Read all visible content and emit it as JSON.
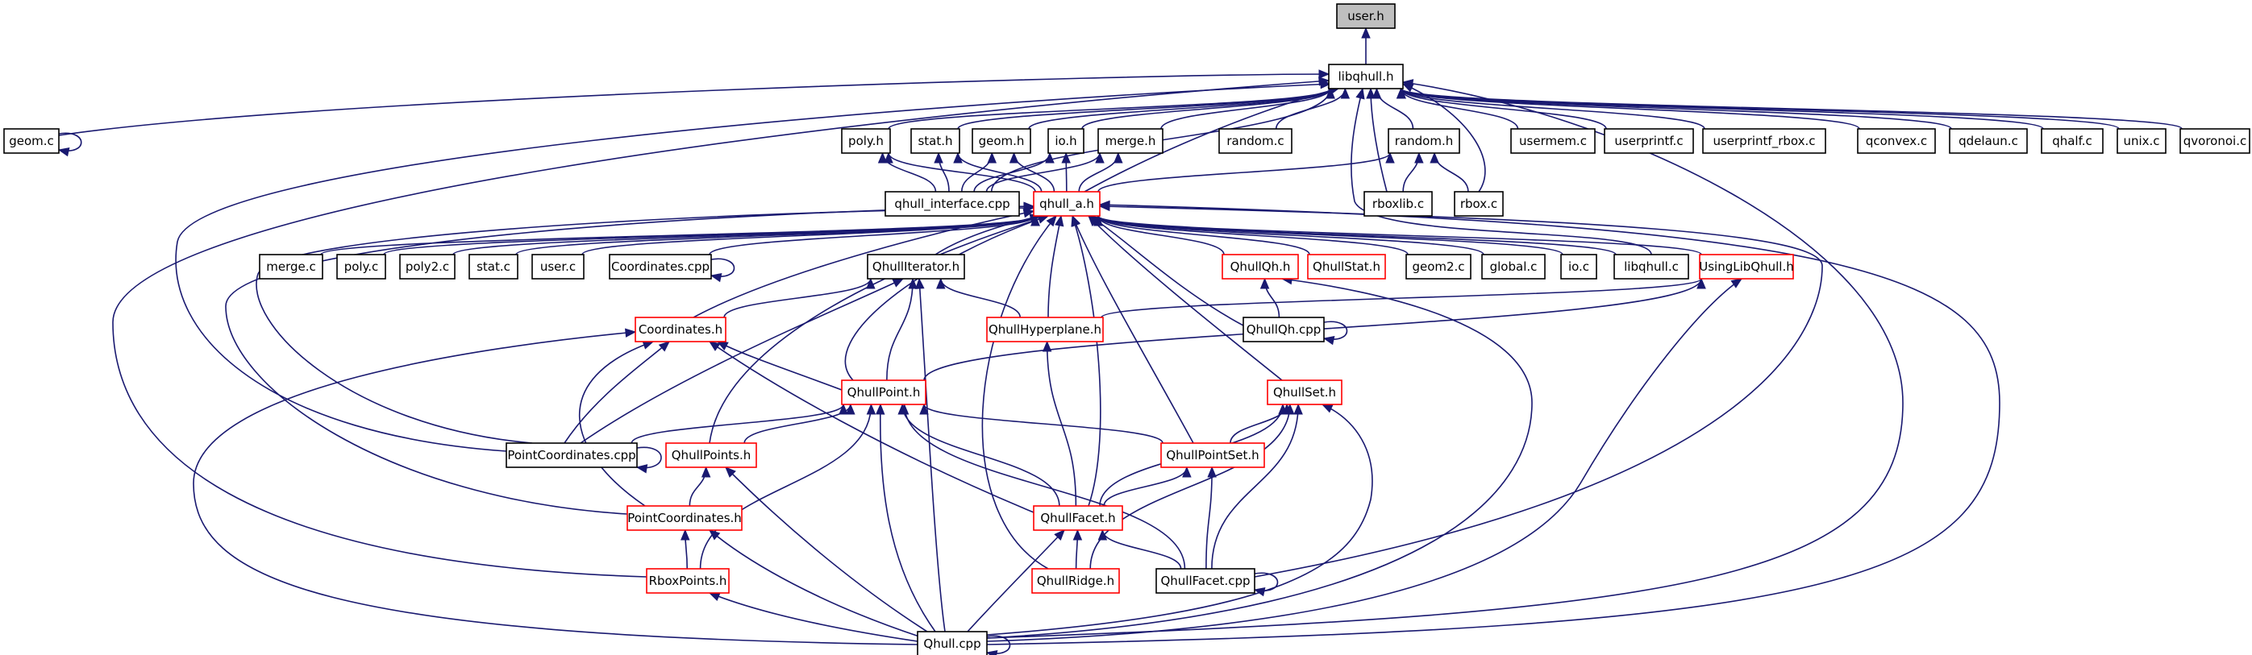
{
  "diagram": {
    "type": "include-dependency-graph",
    "root": "user.h",
    "colors": {
      "edge": "#191970",
      "root_fill": "#bfbfbf",
      "node_fill": "#ffffff",
      "node_border": "#000000",
      "linked_border": "#ff0000"
    },
    "nodes": [
      {
        "id": "user_h",
        "label": "user.h",
        "style": "root"
      },
      {
        "id": "libqhull_h",
        "label": "libqhull.h",
        "style": "normal"
      },
      {
        "id": "geom_c",
        "label": "geom.c",
        "style": "normal"
      },
      {
        "id": "poly_h",
        "label": "poly.h",
        "style": "normal"
      },
      {
        "id": "stat_h",
        "label": "stat.h",
        "style": "normal"
      },
      {
        "id": "geom_h",
        "label": "geom.h",
        "style": "normal"
      },
      {
        "id": "io_h",
        "label": "io.h",
        "style": "normal"
      },
      {
        "id": "merge_h",
        "label": "merge.h",
        "style": "normal"
      },
      {
        "id": "random_c",
        "label": "random.c",
        "style": "normal"
      },
      {
        "id": "random_h",
        "label": "random.h",
        "style": "normal"
      },
      {
        "id": "usermem_c",
        "label": "usermem.c",
        "style": "normal"
      },
      {
        "id": "userprintf_c",
        "label": "userprintf.c",
        "style": "normal"
      },
      {
        "id": "userprintf_rbox_c",
        "label": "userprintf_rbox.c",
        "style": "normal"
      },
      {
        "id": "qconvex_c",
        "label": "qconvex.c",
        "style": "normal"
      },
      {
        "id": "qdelaun_c",
        "label": "qdelaun.c",
        "style": "normal"
      },
      {
        "id": "qhalf_c",
        "label": "qhalf.c",
        "style": "normal"
      },
      {
        "id": "unix_c",
        "label": "unix.c",
        "style": "normal"
      },
      {
        "id": "qvoronoi_c",
        "label": "qvoronoi.c",
        "style": "normal"
      },
      {
        "id": "qhull_interface_cpp",
        "label": "qhull_interface.cpp",
        "style": "normal"
      },
      {
        "id": "qhull_a_h",
        "label": "qhull_a.h",
        "style": "linked"
      },
      {
        "id": "rboxlib_c",
        "label": "rboxlib.c",
        "style": "normal"
      },
      {
        "id": "rbox_c",
        "label": "rbox.c",
        "style": "normal"
      },
      {
        "id": "merge_c",
        "label": "merge.c",
        "style": "normal"
      },
      {
        "id": "poly_c",
        "label": "poly.c",
        "style": "normal"
      },
      {
        "id": "poly2_c",
        "label": "poly2.c",
        "style": "normal"
      },
      {
        "id": "stat_c",
        "label": "stat.c",
        "style": "normal"
      },
      {
        "id": "user_c",
        "label": "user.c",
        "style": "normal"
      },
      {
        "id": "coordinates_cpp",
        "label": "Coordinates.cpp",
        "style": "normal"
      },
      {
        "id": "qhulliterator_h",
        "label": "QhullIterator.h",
        "style": "normal"
      },
      {
        "id": "qhullqh_h",
        "label": "QhullQh.h",
        "style": "linked"
      },
      {
        "id": "qhullstat_h",
        "label": "QhullStat.h",
        "style": "linked"
      },
      {
        "id": "geom2_c",
        "label": "geom2.c",
        "style": "normal"
      },
      {
        "id": "global_c",
        "label": "global.c",
        "style": "normal"
      },
      {
        "id": "io_c",
        "label": "io.c",
        "style": "normal"
      },
      {
        "id": "libqhull_c",
        "label": "libqhull.c",
        "style": "normal"
      },
      {
        "id": "usinglibqhull_h",
        "label": "UsingLibQhull.h",
        "style": "linked"
      },
      {
        "id": "coordinates_h",
        "label": "Coordinates.h",
        "style": "linked"
      },
      {
        "id": "qhullhyperplane_h",
        "label": "QhullHyperplane.h",
        "style": "linked"
      },
      {
        "id": "qhullqh_cpp",
        "label": "QhullQh.cpp",
        "style": "normal"
      },
      {
        "id": "qhullpoint_h",
        "label": "QhullPoint.h",
        "style": "linked"
      },
      {
        "id": "qhullset_h",
        "label": "QhullSet.h",
        "style": "linked"
      },
      {
        "id": "pointcoordinates_cpp",
        "label": "PointCoordinates.cpp",
        "style": "normal"
      },
      {
        "id": "qhullpoints_h",
        "label": "QhullPoints.h",
        "style": "linked"
      },
      {
        "id": "qhullpointset_h",
        "label": "QhullPointSet.h",
        "style": "linked"
      },
      {
        "id": "pointcoordinates_h",
        "label": "PointCoordinates.h",
        "style": "linked"
      },
      {
        "id": "qhullfacet_h",
        "label": "QhullFacet.h",
        "style": "linked"
      },
      {
        "id": "rboxpoints_h",
        "label": "RboxPoints.h",
        "style": "linked"
      },
      {
        "id": "qhullridge_h",
        "label": "QhullRidge.h",
        "style": "linked"
      },
      {
        "id": "qhullfacet_cpp",
        "label": "QhullFacet.cpp",
        "style": "normal"
      },
      {
        "id": "qhull_cpp",
        "label": "Qhull.cpp",
        "style": "normal"
      }
    ],
    "edges": [
      [
        "libqhull_h",
        "user_h"
      ],
      [
        "geom_c",
        "libqhull_h"
      ],
      [
        "geom_c",
        "geom_c"
      ],
      [
        "poly_h",
        "libqhull_h"
      ],
      [
        "stat_h",
        "libqhull_h"
      ],
      [
        "geom_h",
        "libqhull_h"
      ],
      [
        "io_h",
        "libqhull_h"
      ],
      [
        "merge_h",
        "libqhull_h"
      ],
      [
        "random_c",
        "libqhull_h"
      ],
      [
        "random_h",
        "libqhull_h"
      ],
      [
        "usermem_c",
        "libqhull_h"
      ],
      [
        "userprintf_c",
        "libqhull_h"
      ],
      [
        "userprintf_rbox_c",
        "libqhull_h"
      ],
      [
        "qconvex_c",
        "libqhull_h"
      ],
      [
        "qdelaun_c",
        "libqhull_h"
      ],
      [
        "qhalf_c",
        "libqhull_h"
      ],
      [
        "unix_c",
        "libqhull_h"
      ],
      [
        "qvoronoi_c",
        "libqhull_h"
      ],
      [
        "rboxlib_c",
        "libqhull_h"
      ],
      [
        "rbox_c",
        "libqhull_h"
      ],
      [
        "qhull_a_h",
        "libqhull_h"
      ],
      [
        "libqhull_c",
        "libqhull_h"
      ],
      [
        "pointcoordinates_cpp",
        "libqhull_h"
      ],
      [
        "rboxpoints_h",
        "libqhull_h"
      ],
      [
        "qhull_cpp",
        "libqhull_h"
      ],
      [
        "qhull_interface_cpp",
        "poly_h"
      ],
      [
        "qhull_interface_cpp",
        "stat_h"
      ],
      [
        "qhull_interface_cpp",
        "geom_h"
      ],
      [
        "qhull_interface_cpp",
        "io_h"
      ],
      [
        "qhull_interface_cpp",
        "merge_h"
      ],
      [
        "qhull_interface_cpp",
        "libqhull_h"
      ],
      [
        "qhull_a_h",
        "poly_h"
      ],
      [
        "qhull_a_h",
        "stat_h"
      ],
      [
        "qhull_a_h",
        "geom_h"
      ],
      [
        "qhull_a_h",
        "io_h"
      ],
      [
        "qhull_a_h",
        "merge_h"
      ],
      [
        "qhull_a_h",
        "random_h"
      ],
      [
        "rboxlib_c",
        "random_h"
      ],
      [
        "rbox_c",
        "random_h"
      ],
      [
        "merge_c",
        "qhull_a_h"
      ],
      [
        "poly_c",
        "qhull_a_h"
      ],
      [
        "poly2_c",
        "qhull_a_h"
      ],
      [
        "stat_c",
        "qhull_a_h"
      ],
      [
        "user_c",
        "qhull_a_h"
      ],
      [
        "coordinates_cpp",
        "qhull_a_h"
      ],
      [
        "coordinates_cpp",
        "coordinates_cpp"
      ],
      [
        "qhulliterator_h",
        "qhull_a_h"
      ],
      [
        "qhullqh_h",
        "qhull_a_h"
      ],
      [
        "qhullstat_h",
        "qhull_a_h"
      ],
      [
        "geom2_c",
        "qhull_a_h"
      ],
      [
        "global_c",
        "qhull_a_h"
      ],
      [
        "io_c",
        "qhull_a_h"
      ],
      [
        "libqhull_c",
        "qhull_a_h"
      ],
      [
        "usinglibqhull_h",
        "qhull_a_h"
      ],
      [
        "coordinates_h",
        "qhull_a_h"
      ],
      [
        "qhullhyperplane_h",
        "qhull_a_h"
      ],
      [
        "qhullqh_cpp",
        "qhull_a_h"
      ],
      [
        "qhullpoint_h",
        "qhull_a_h"
      ],
      [
        "qhullset_h",
        "qhull_a_h"
      ],
      [
        "pointcoordinates_cpp",
        "qhull_a_h"
      ],
      [
        "qhullpoints_h",
        "qhull_a_h"
      ],
      [
        "qhullpointset_h",
        "qhull_a_h"
      ],
      [
        "pointcoordinates_h",
        "qhull_a_h"
      ],
      [
        "qhullfacet_h",
        "qhull_a_h"
      ],
      [
        "qhullridge_h",
        "qhull_a_h"
      ],
      [
        "qhullfacet_cpp",
        "qhull_a_h"
      ],
      [
        "qhull_cpp",
        "qhull_a_h"
      ],
      [
        "coordinates_h",
        "qhulliterator_h"
      ],
      [
        "qhullhyperplane_h",
        "qhulliterator_h"
      ],
      [
        "qhullpoint_h",
        "qhulliterator_h"
      ],
      [
        "pointcoordinates_cpp",
        "qhulliterator_h"
      ],
      [
        "qhull_cpp",
        "qhulliterator_h"
      ],
      [
        "qhullqh_cpp",
        "qhullqh_h"
      ],
      [
        "qhullqh_cpp",
        "qhullqh_cpp"
      ],
      [
        "qhull_cpp",
        "qhullqh_h"
      ],
      [
        "qhullhyperplane_h",
        "usinglibqhull_h"
      ],
      [
        "qhullpoint_h",
        "usinglibqhull_h"
      ],
      [
        "qhull_cpp",
        "usinglibqhull_h"
      ],
      [
        "qhullpoint_h",
        "coordinates_h"
      ],
      [
        "pointcoordinates_cpp",
        "coordinates_h"
      ],
      [
        "pointcoordinates_h",
        "coordinates_h"
      ],
      [
        "qhullfacet_h",
        "coordinates_h"
      ],
      [
        "qhull_cpp",
        "coordinates_h"
      ],
      [
        "qhullfacet_h",
        "qhullhyperplane_h"
      ],
      [
        "pointcoordinates_cpp",
        "qhullpoint_h"
      ],
      [
        "qhullpoints_h",
        "qhullpoint_h"
      ],
      [
        "qhullpointset_h",
        "qhullpoint_h"
      ],
      [
        "qhullfacet_h",
        "qhullpoint_h"
      ],
      [
        "rboxpoints_h",
        "qhullpoint_h"
      ],
      [
        "qhullfacet_cpp",
        "qhullpoint_h"
      ],
      [
        "qhull_cpp",
        "qhullpoint_h"
      ],
      [
        "pointcoordinates_cpp",
        "pointcoordinates_cpp"
      ],
      [
        "qhullpointset_h",
        "qhullset_h"
      ],
      [
        "qhullfacet_h",
        "qhullset_h"
      ],
      [
        "qhullridge_h",
        "qhullset_h"
      ],
      [
        "qhullfacet_cpp",
        "qhullset_h"
      ],
      [
        "qhull_cpp",
        "qhullset_h"
      ],
      [
        "pointcoordinates_h",
        "qhullpoints_h"
      ],
      [
        "qhull_cpp",
        "qhullpoints_h"
      ],
      [
        "qhullfacet_h",
        "qhullpointset_h"
      ],
      [
        "qhullfacet_cpp",
        "qhullpointset_h"
      ],
      [
        "rboxpoints_h",
        "pointcoordinates_h"
      ],
      [
        "qhull_cpp",
        "pointcoordinates_h"
      ],
      [
        "qhullridge_h",
        "qhullfacet_h"
      ],
      [
        "qhullfacet_cpp",
        "qhullfacet_h"
      ],
      [
        "qhull_cpp",
        "qhullfacet_h"
      ],
      [
        "qhullfacet_cpp",
        "qhullfacet_cpp"
      ],
      [
        "qhull_cpp",
        "rboxpoints_h"
      ],
      [
        "qhull_cpp",
        "qhull_cpp"
      ]
    ]
  }
}
